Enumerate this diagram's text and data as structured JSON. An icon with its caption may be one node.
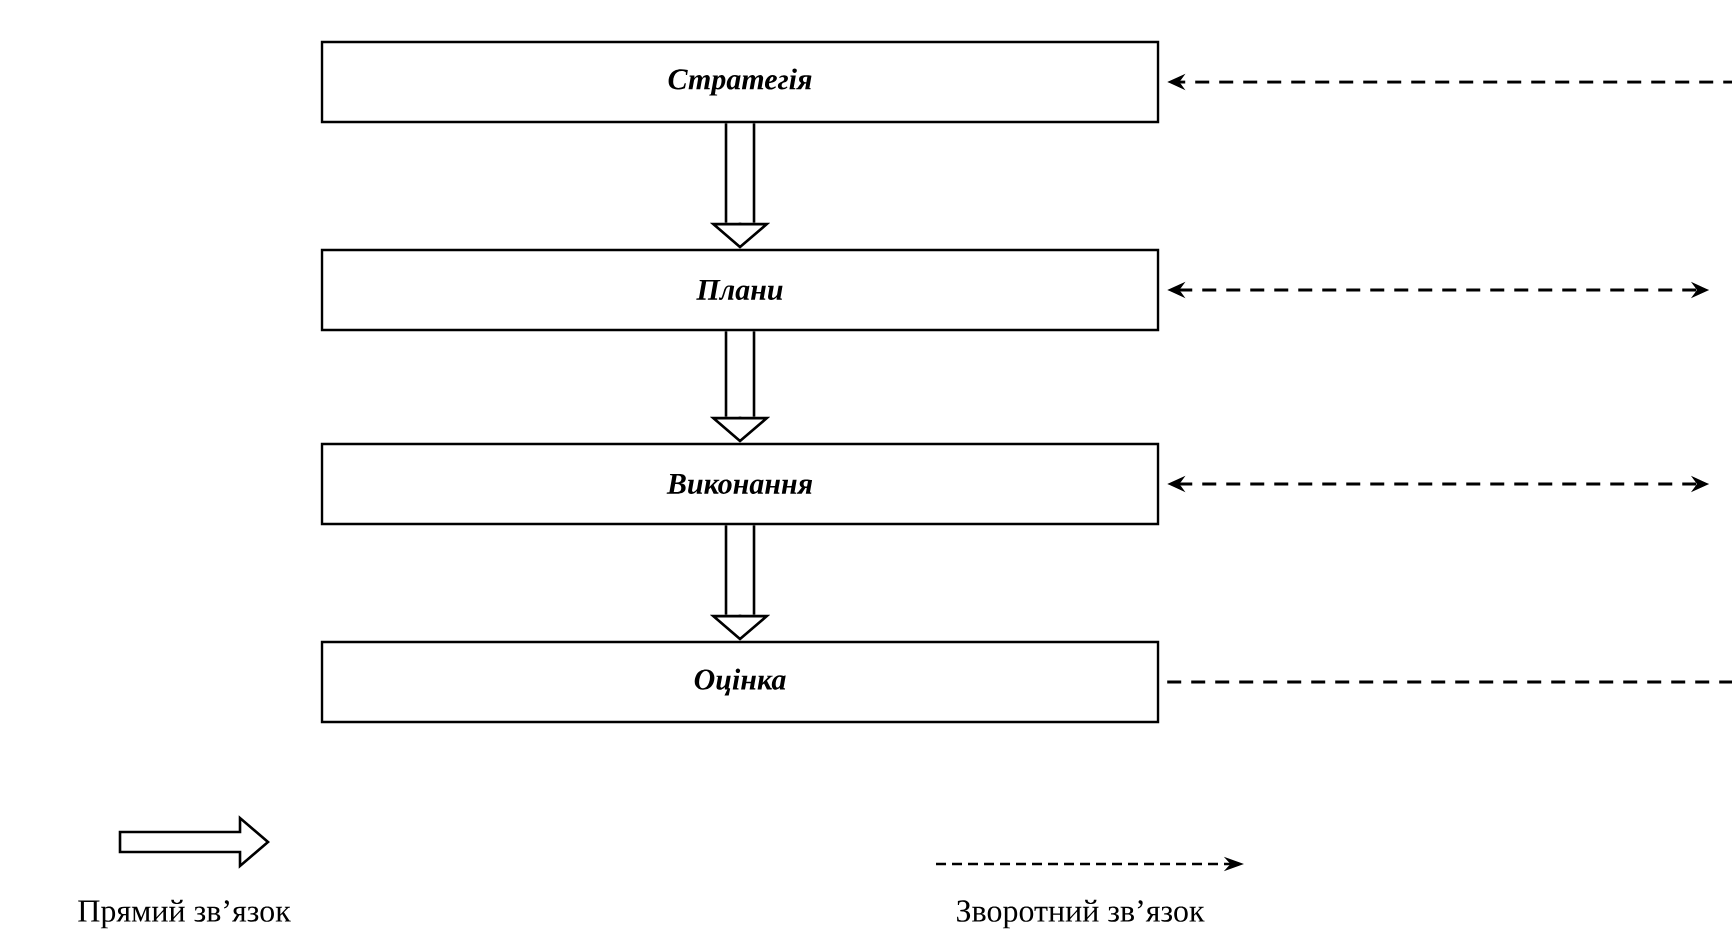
{
  "diagram": {
    "nodes": [
      {
        "text": [
          "Стратегія"
        ]
      },
      {
        "text": [
          "Плани"
        ]
      },
      {
        "text": [
          "Виконання"
        ]
      },
      {
        "text": [
          "Оцінка"
        ]
      }
    ],
    "edges": [
      {
        "from": 0,
        "to": 1,
        "arrow": "to"
      },
      {
        "from": 1,
        "to": 2,
        "arrow": "to"
      },
      {
        "from": 2,
        "to": 3,
        "arrow": "to"
      },
      {
        "from": null,
        "to": 0,
        "arrow": "to",
        "style": "dashed"
      },
      {
        "from": 1,
        "to": null,
        "arrow": "both",
        "style": "dashed"
      },
      {
        "from": 2,
        "to": null,
        "arrow": "both",
        "style": "dashed"
      },
      {
        "from": 3,
        "to": null,
        "arrow": "none",
        "style": "dashed"
      }
    ],
    "legend": [
      {
        "text": "Прямий зв’язок"
      },
      {
        "text": "Зворотний зв’язок"
      }
    ]
  }
}
